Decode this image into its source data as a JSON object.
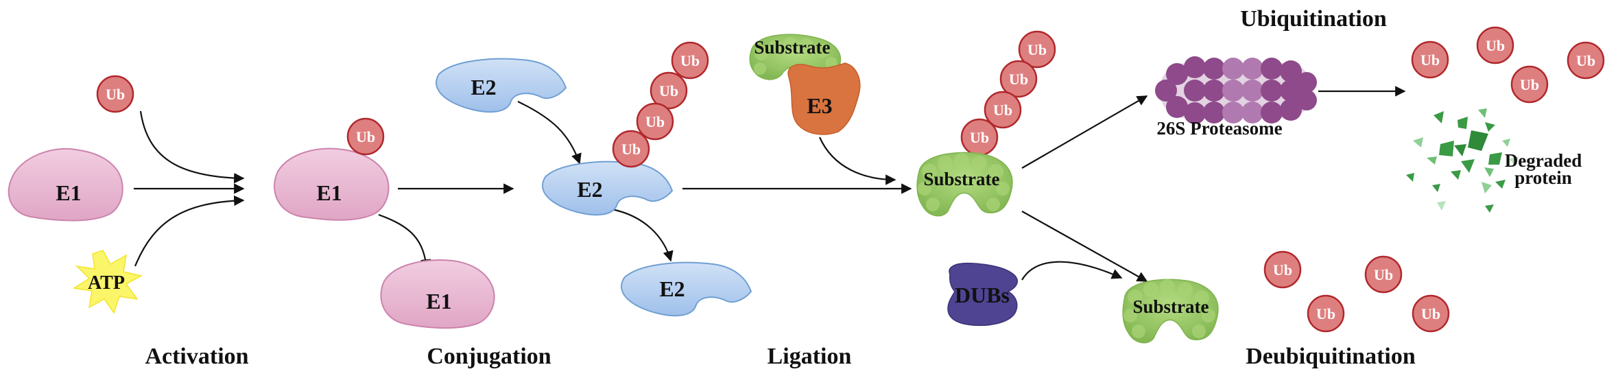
{
  "colors": {
    "e1_fill": "#e8b8d2",
    "e1_stroke": "#cc83ac",
    "e2_fill": "#b9d1ef",
    "e2_stroke": "#6f9fd3",
    "ub_fill": "#de7f7f",
    "ub_stroke": "#b0282c",
    "atp_fill": "#fbf56a",
    "e3_fill": "#d9733f",
    "substrate_fill": "#9ccc65",
    "substrate_dark": "#7fb34d",
    "proteasome_fill": "#8e4a8a",
    "proteasome_light": "#b07ab0",
    "dubs_fill": "#4e4492",
    "debris_fill": "#3a9a45",
    "arrow": "#111111"
  },
  "activation": {
    "e1_label": "E1",
    "ub_label": "Ub",
    "atp_label": "ATP",
    "e1_active_label": "E1",
    "e1_active_ub": "Ub",
    "stage_label": "Activation"
  },
  "conjugation": {
    "e1_released_label": "E1",
    "e2_label": "E2",
    "e2_loaded_label": "E2",
    "stage_label": "Conjugation"
  },
  "ligation": {
    "chain": [
      "Ub",
      "Ub",
      "Ub",
      "Ub"
    ],
    "e2_released_label": "E2",
    "substrate_label": "Substrate",
    "e3_label": "E3",
    "stage_label": "Ligation"
  },
  "center": {
    "chain": [
      "Ub",
      "Ub",
      "Ub",
      "Ub"
    ],
    "substrate_label": "Substrate"
  },
  "ubiquitination": {
    "title": "Ubiquitination",
    "proteasome_label": "26S Proteasome",
    "free_ub": [
      "Ub",
      "Ub",
      "Ub",
      "Ub"
    ],
    "degraded_label_line1": "Degraded",
    "degraded_label_line2": "protein"
  },
  "deubiquitination": {
    "dubs_label": "DUBs",
    "substrate_label": "Substrate",
    "free_ub": [
      "Ub",
      "Ub",
      "Ub",
      "Ub"
    ],
    "title": "Deubiquitination"
  }
}
